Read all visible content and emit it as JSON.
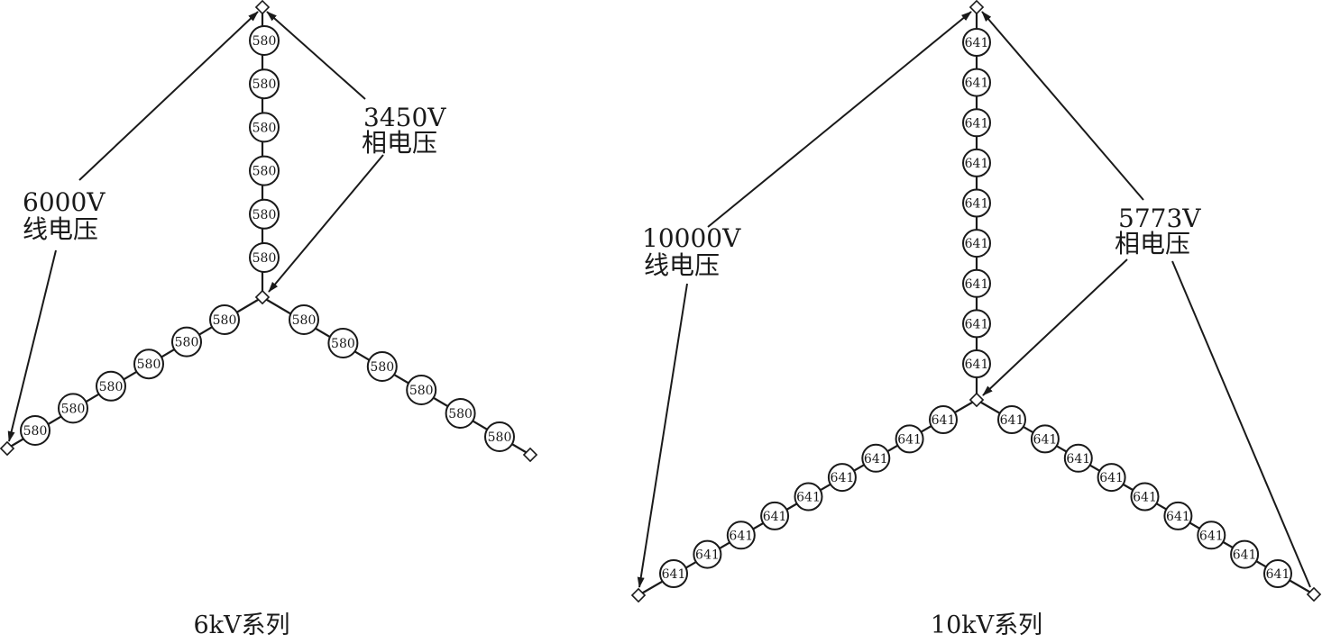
{
  "diagrams": [
    {
      "caption": "6kV系列",
      "insulator_value": "580",
      "insulators_per_arm": 6,
      "line_label": {
        "value": "6000V",
        "name": "线电压"
      },
      "phase_label": {
        "value": "3450V",
        "name": "相电压"
      }
    },
    {
      "caption": "10kV系列",
      "insulator_value": "641",
      "insulators_per_arm": 9,
      "line_label": {
        "value": "10000V",
        "name": "线电压"
      },
      "phase_label": {
        "value": "5773V",
        "name": "相电压"
      }
    }
  ]
}
